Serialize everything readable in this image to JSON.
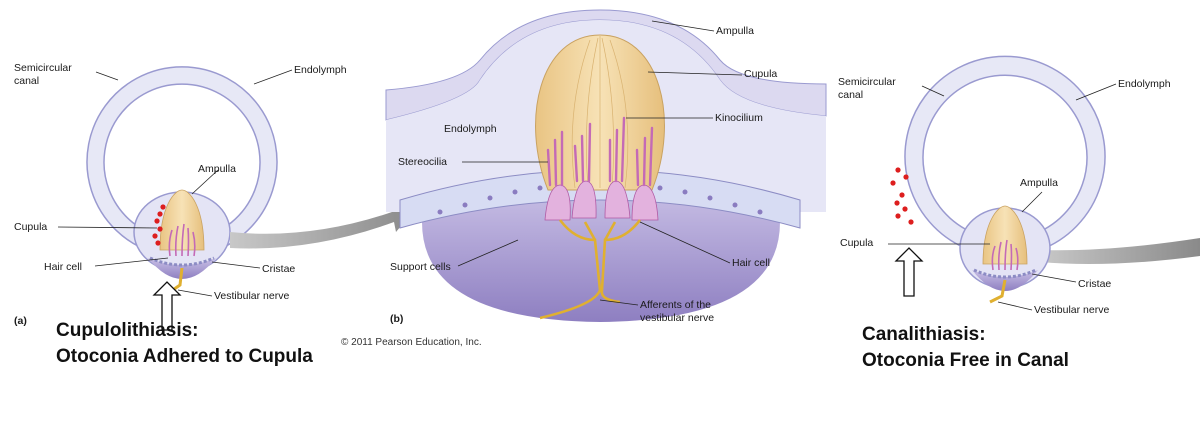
{
  "colors": {
    "canal_fill": "#e7e8f6",
    "canal_stroke": "#9a9ad0",
    "cupula_fill": "#f3d9a6",
    "hair_cell": "#c46ab6",
    "support_cell": "#d7dcf3",
    "base_purple": "#9d8fcb",
    "nerve": "#e0b030",
    "otoconia": "#dd1e1e",
    "arrow_gray": "#9a9a9a"
  },
  "panel_a": {
    "tag": "(a)",
    "labels": {
      "semicircular_canal": [
        "Semicircular",
        "canal"
      ],
      "endolymph": "Endolymph",
      "ampulla": "Ampulla",
      "cupula": "Cupula",
      "hair_cell": "Hair cell",
      "cristae": "Cristae",
      "vestibular_nerve": "Vestibular nerve"
    },
    "caption": [
      "Cupulolithiasis:",
      "Otoconia Adhered to Cupula"
    ]
  },
  "panel_b": {
    "tag": "(b)",
    "labels": {
      "ampulla": "Ampulla",
      "cupula": "Cupula",
      "kinocilium": "Kinocilium",
      "endolymph": "Endolymph",
      "stereocilia": "Stereocilia",
      "support_cells": "Support cells",
      "hair_cell": "Hair cell",
      "afferents": [
        "Afferents of the",
        "vestibular nerve"
      ]
    },
    "copyright": "© 2011 Pearson Education, Inc."
  },
  "panel_c": {
    "labels": {
      "semicircular_canal": [
        "Semicircular",
        "canal"
      ],
      "endolymph": "Endolymph",
      "ampulla": "Ampulla",
      "cupula": "Cupula",
      "cristae": "Cristae",
      "vestibular_nerve": "Vestibular nerve"
    },
    "caption": [
      "Canalithiasis:",
      "Otoconia Free in Canal"
    ]
  }
}
